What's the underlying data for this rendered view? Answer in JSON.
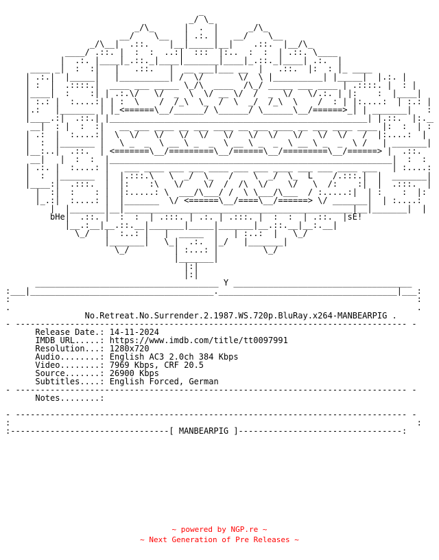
{
  "art_logo_lines": [
    "                                       _",
    "                                     _/ \\_",
    "                          _/\\_      |  .  |      _/\\_",
    "                       __/    \\__   | .:. |   __/    \\__",
    "                 _/\\__|  .::.    |__|_____|__|    .::.  |__/\\_",
    "            ____/ .::. |  :  :  ..:|  :::  |:..  :  :  | .::. \\____",
    "           |  .:. |____|_.::._|____|_______|____|_.::._|____| .:.  |",
    "     ____ _|  :  :|   |   .::.   |  __ ___|___ __  |   .::.  |:  : |_ ____",
    "    | .:.|  |_____|   |__________| /  \\/       \\/  \\ |__________| |_____|  |.:. |",
    "    | :  |  .::::.|  ____ ___ _____ \\_/\\  ____  /\\_/ _____ ___ ____ | .::::. |  : |",
    "    |____|  :    :| | .:.\\/   \\/  _  \\  \\/ __ \\/  /  _  \\/   \\/.:. | |:    :  |____|",
    "    | :.: |  :....:| | :  \\    /  /_\\  \\_  /  \\  _/  /_\\  \\    /  : | |:....:  | :.: |",
    "    |.:   |_______ | |_<======\\__/______/ \\______/ \\______\\__/======>_| | _______|   :.|",
    "    |____.:|  .::.| |____________________________________________________| |.::.  |:.____|",
    "     __|  : |  :  :|   __ ___ ____ __ ___ ____ __ ___ ____ __ ___ ____ ____ |:  :  | :  |__",
    "    | .:  |  :....:|  \\  \\/   \\/   \\/  \\/   \\/   \\/  \\/   \\/   \\/  \\/   /  |:....:  |  :. |",
    "    |  :  |_______ |   \\ _  _  \\ __ \\ _  _  \\ __ \\ _  _  \\ __ \\ _  _  \\ /   | _______|  :  |",
    "    |__:..|  .::.  | <=======\\__/=========\\__/======\\__/=========\\__/======> |  .::.  |..:__|",
    "     __|   |  :  :  |_________________________________________________________|  :  :  |   |__",
    "    | .:. |  :....: |   ___ ____ ___ ___ ____ ___ ___ ____ ___ ___ ____ ___   | :....:  | .:. |",
    "    |  :  |_______  |  |.:::.\\   \\  _/  \\_   /    \\  _/  \\_  L    /.:::.|  |  _______|  :  |",
    "    |____:|  .:::.  |  |:    :\\   \\/    \\/  /  /\\  \\/    \\/   \\  /:    :|  |  .:::.  |:____|",
    "      |  :|  :    : |  |:.....: \\  ___/\\___/ /  \\ \\___/\\___  / :.....:|  | :    :  |:  |",
    "      |_.:|  :....: |  |_______  \\/ <======\\__/====\\__/======> \\/ _______|  | :....:  |:._|",
    "         |  |_______|__|______________________________________________|__|_______|  |",
    "         bHe|  .::. |  :  :  | .:::. | .:. | .:::. |  :  :  | .::.  |sE!",
    "            |__.:__|__.::.__|_______|_____|_______|__.::.__|__:.__|",
    "              \\_/   |  :..: |   |  _____  |   | :..:  |   \\_/",
    "                    |_______|   \\_|  .:.  |_/   |_______|",
    "                      \\_/         | :...: |         \\_/",
    "                                  |_______|",
    "                                    |:|",
    "                                    |:|"
  ],
  "top_border_lines": [
    "      _____________________________________ Y ____________________________________",
    ":___|_____________________________________.____________________________________|___:"
  ],
  "release": {
    "name": "No.Retreat.No.Surrender.2.1987.WS.720p.BluRay.x264-MANBEARPIG",
    "fields": [
      {
        "label": "Release Date.:",
        "value": "14-11-2024"
      },
      {
        "label": "IMDB URL.....:",
        "value": "https://www.imdb.com/title/tt0097991"
      },
      {
        "label": "Resolution...:",
        "value": "1280x720"
      },
      {
        "label": "Audio........:",
        "value": "English AC3 2.0ch 384 Kbps"
      },
      {
        "label": "Video........:",
        "value": "7969 Kbps, CRF 20.5"
      },
      {
        "label": "Source.......:",
        "value": "26900 Kbps"
      },
      {
        "label": "Subtitles....:",
        "value": "English Forced, German"
      }
    ],
    "notes_label": "Notes........:"
  },
  "separators": {
    "dash_line": "- ------------------------------------------------------------------------------- -",
    "bottom_line": ":--------------------------------[ MANBEARPIG ]---------------------------------:"
  },
  "footer": {
    "line1": "~ powered by NGP.re ~",
    "line2": "~ Next Generation of Pre Releases ~",
    "color": "#ff0000"
  },
  "colors": {
    "text": "#000000",
    "background": "#ffffff"
  }
}
